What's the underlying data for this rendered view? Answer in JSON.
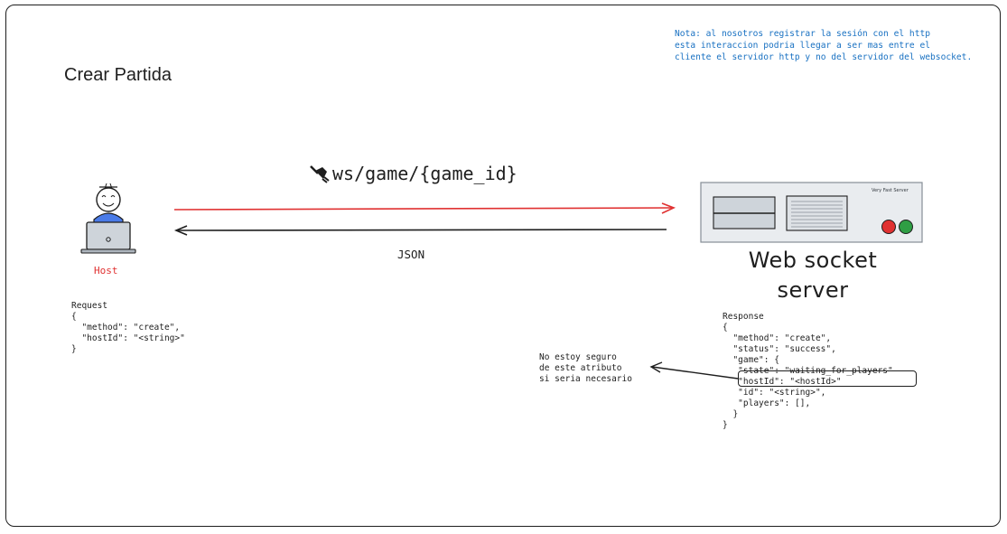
{
  "diagram": {
    "title": "Crear Partida",
    "note": "Nota: al nosotros registrar la sesión con el http\nesta interaccion podria llegar a ser mas entre el\ncliente el servidor http y no del servidor del websocket.",
    "route": "ws/game/{game_id}",
    "route_icon": "plug-icon",
    "response_label": "JSON",
    "host_label": "Host",
    "server_label": "Web socket\nserver",
    "server_brand": "Very Fast Server",
    "request_code": "Request\n{\n  \"method\": \"create\",\n  \"hostId\": \"<string>\"\n}",
    "response_code": "Response\n{\n  \"method\": \"create\",\n  \"status\": \"success\",\n  \"game\": {\n   \"state\": \"waiting_for_players\"\n   \"hostId\": \"<hostId>\"\n   \"id\": \"<string>\",\n   \"players\": [],\n  }\n}",
    "side_note": "No estoy seguro\nde este atributo\nsi seria necesario",
    "colors": {
      "request_arrow": "#e03131",
      "response_arrow": "#1e1e1e",
      "host_body": "#4a7be8",
      "note_text": "#1971c2",
      "host_label": "#e03131",
      "server_panel": "#e9ecef",
      "light_red": "#e03131",
      "light_green": "#2f9e44"
    }
  }
}
